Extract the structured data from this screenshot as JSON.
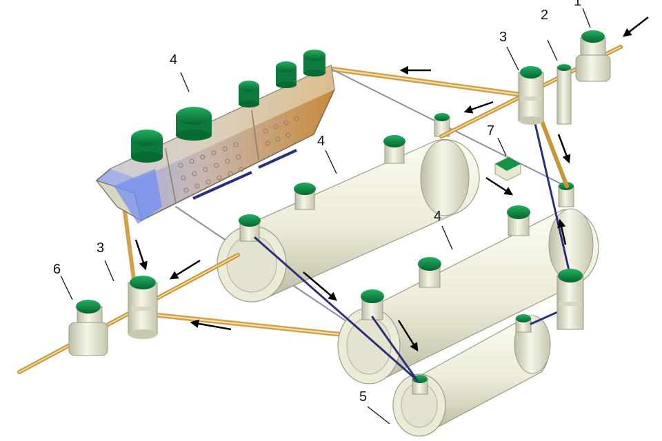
{
  "diagram": {
    "labels": {
      "n1": "1",
      "n2": "2",
      "n3a": "3",
      "n3b": "3",
      "n4a": "4",
      "n4b": "4",
      "n4c": "4",
      "n5": "5",
      "n6": "6",
      "n7": "7"
    }
  },
  "colors": {
    "tank_body": "#eeeedc",
    "tank_shade": "#c9c9b2",
    "cap_green": "#0b8a43",
    "pipe_gold": "#d2a24a",
    "pipe_navy": "#2a2f7a",
    "arrow": "#000000"
  }
}
